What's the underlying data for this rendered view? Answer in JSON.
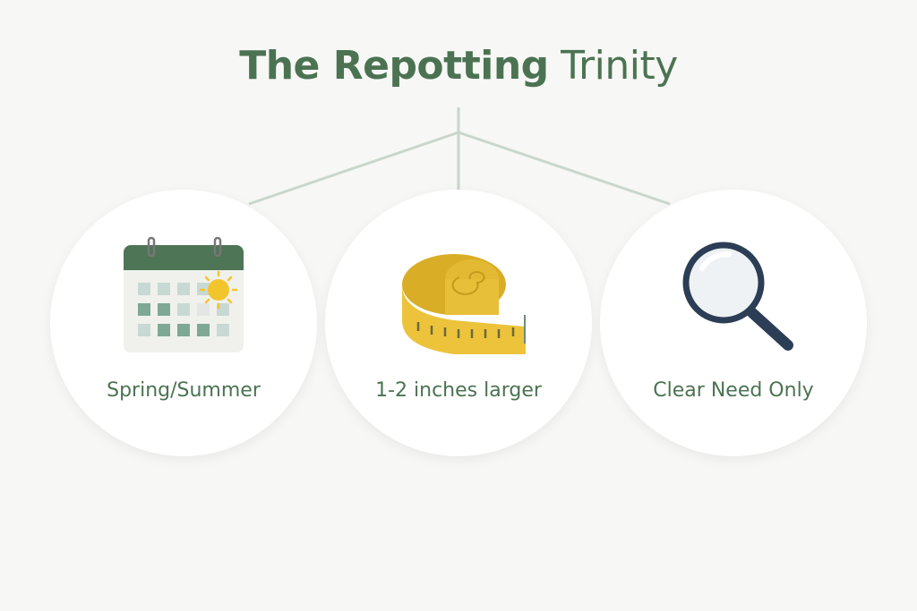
{
  "title": {
    "bold": "The Repotting",
    "light": "Trinity"
  },
  "items": [
    {
      "label": "Spring/Summer",
      "icon": "calendar-sun-icon"
    },
    {
      "label": "1-2 inches larger",
      "icon": "tape-measure-icon"
    },
    {
      "label": "Clear Need Only",
      "icon": "magnifying-glass-icon"
    }
  ],
  "colors": {
    "accent": "#4b7352",
    "connector": "#c9d6cb",
    "tape": "#e8c43a",
    "magnifier": "#2c3e55"
  }
}
